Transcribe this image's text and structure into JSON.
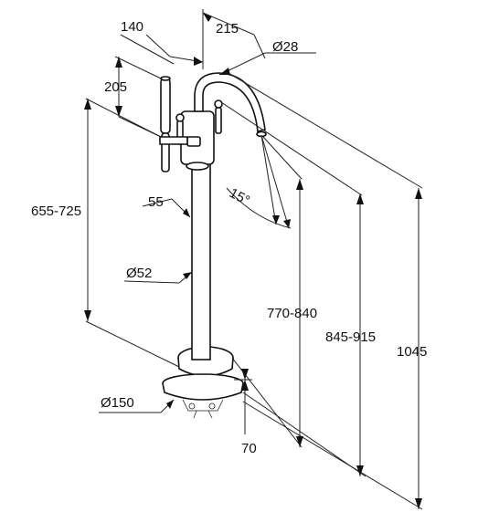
{
  "dimensions": {
    "d140": "140",
    "d215": "215",
    "d28": "Ø28",
    "d205": "205",
    "d655_725": "655-725",
    "d55": "55",
    "d15deg": "15°",
    "d52": "Ø52",
    "d770_840": "770-840",
    "d845_915": "845-915",
    "d1045": "1045",
    "d150": "Ø150",
    "d70": "70"
  }
}
